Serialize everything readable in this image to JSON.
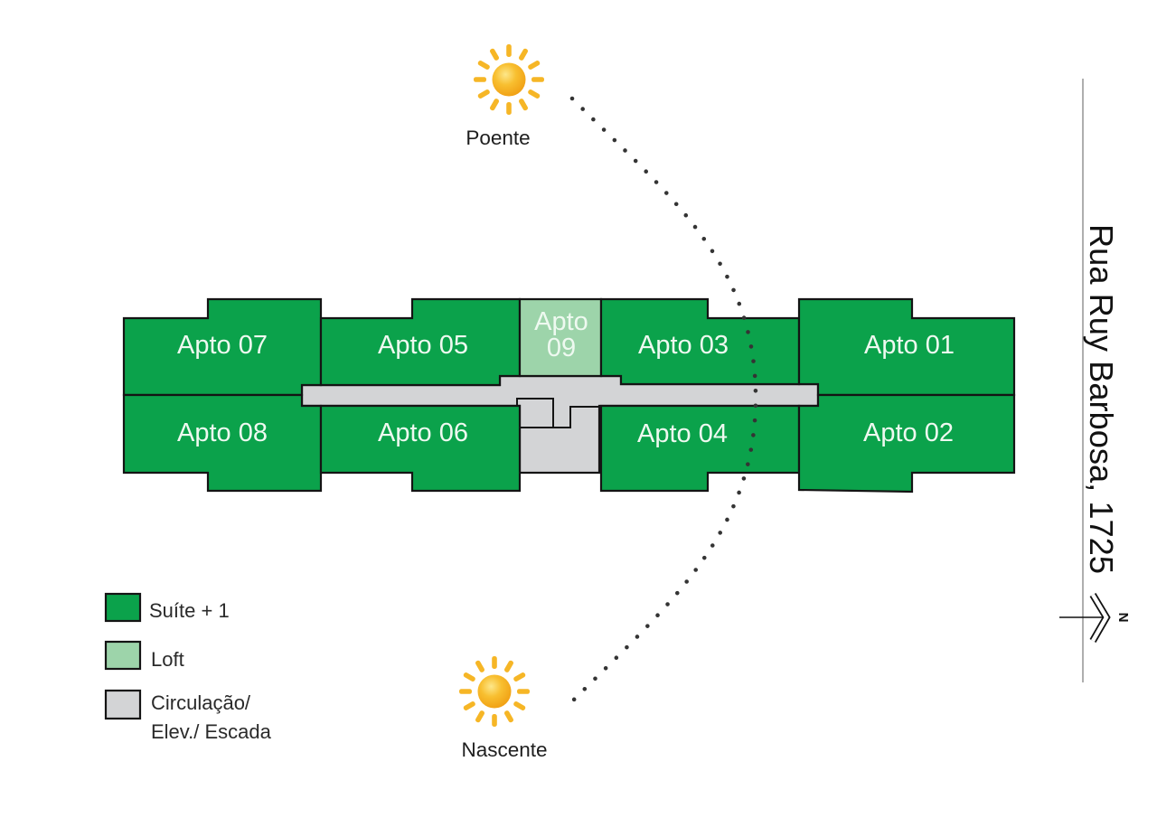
{
  "colors": {
    "suite": "#0ba24b",
    "loft": "#9dd4aa",
    "circulation": "#d3d4d6"
  },
  "sun": {
    "sunset_label": "Poente",
    "sunrise_label": "Nascente"
  },
  "street": {
    "name": "Rua Ruy Barbosa, 1725"
  },
  "north": {
    "label": "N"
  },
  "units": [
    {
      "label": "Apto 07",
      "type": "Suíte + 1"
    },
    {
      "label": "Apto 05",
      "type": "Suíte + 1"
    },
    {
      "label_lines": [
        "Apto",
        "09"
      ],
      "type": "Loft"
    },
    {
      "label": "Apto 03",
      "type": "Suíte + 1"
    },
    {
      "label": "Apto 01",
      "type": "Suíte + 1"
    },
    {
      "label": "Apto 08",
      "type": "Suíte + 1"
    },
    {
      "label": "Apto 06",
      "type": "Suíte + 1"
    },
    {
      "label": "Apto 04",
      "type": "Suíte + 1"
    },
    {
      "label": "Apto 02",
      "type": "Suíte + 1"
    }
  ],
  "legend": [
    {
      "label": "Suíte + 1",
      "color": "#0ba24b"
    },
    {
      "label": "Loft",
      "color": "#9dd4aa"
    },
    {
      "label_lines": [
        "Circulação/",
        "Elev./ Escada"
      ],
      "color": "#d3d4d6"
    }
  ]
}
